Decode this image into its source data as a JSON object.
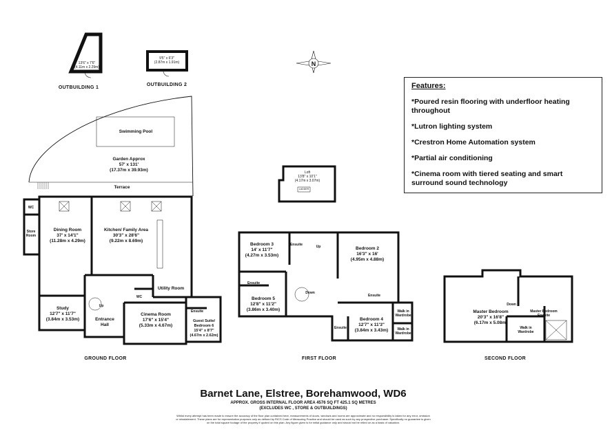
{
  "outbuildings": [
    {
      "label": "OUTBUILDING 1",
      "dims_imperial": "13'6\" x 7'6\"",
      "dims_metric": "(4.11m x 2.29m)"
    },
    {
      "label": "OUTBUILDING 2",
      "dims_imperial": "9'5\" x 6'3\"",
      "dims_metric": "(2.87m x 1.91m)"
    }
  ],
  "compass": {
    "north_label": "N"
  },
  "garden": {
    "pool": "Swimming Pool",
    "name": "Garden Approx",
    "dims_imperial": "57' x 131'",
    "dims_metric": "(17.37m x 39.93m)",
    "terrace": "Terrace"
  },
  "features": {
    "title": "Features:",
    "items": [
      "*Poured resin flooring with underfloor heating throughout",
      "*Lutron lighting system",
      "*Crestron Home Automation system",
      "*Partial air conditioning",
      "*Cinema room with tiered seating and smart surround sound technology"
    ]
  },
  "ground_floor": {
    "label": "GROUND FLOOR",
    "rooms": {
      "wc": {
        "name": "WC"
      },
      "store": {
        "name": "Store Room"
      },
      "dining": {
        "name": "Dining Room",
        "dims_imperial": "37' x 14'1\"",
        "dims_metric": "(11.28m x 4.29m)"
      },
      "kitchen": {
        "name": "Kitchen/ Family Area",
        "dims_imperial": "30'3\" x 28'6\"",
        "dims_metric": "(9.22m x 8.69m)"
      },
      "utility": {
        "name": "Utility Room"
      },
      "wc2": {
        "name": "WC"
      },
      "up": {
        "name": "Up"
      },
      "study": {
        "name": "Study",
        "dims_imperial": "12'7\" x 11'7\"",
        "dims_metric": "(3.84m x 3.53m)"
      },
      "hall": {
        "name": "Entrance Hall"
      },
      "cinema": {
        "name": "Cinema Room",
        "dims_imperial": "17'6\" x 15'4\"",
        "dims_metric": "(5.33m x 4.67m)"
      },
      "ensuite": {
        "name": "Ensuite"
      },
      "guest": {
        "name": "Guest Suite/ Bedroom 6",
        "dims_imperial": "15'4\" x 8'7\"",
        "dims_metric": "(4.67m x 2.62m)"
      }
    }
  },
  "loft": {
    "name": "Loft",
    "dims_imperial": "13'8\" x 10'1\"",
    "dims_metric": "(4.17m x 3.07m)",
    "ladder": "LADDER"
  },
  "first_floor": {
    "label": "FIRST FLOOR",
    "rooms": {
      "bed3": {
        "name": "Bedroom 3",
        "dims_imperial": "14' x 11'7\"",
        "dims_metric": "(4.27m x 3.53m)"
      },
      "ens3": {
        "name": "Ensuite"
      },
      "up": {
        "name": "Up"
      },
      "bed2": {
        "name": "Bedroom 2",
        "dims_imperial": "16'3\" x 16'",
        "dims_metric": "(4.95m x 4.88m)"
      },
      "ens5": {
        "name": "Ensuite"
      },
      "down": {
        "name": "Down"
      },
      "ens2": {
        "name": "Ensuite"
      },
      "bed5": {
        "name": "Bedroom 5",
        "dims_imperial": "12'8\" x 11'2\"",
        "dims_metric": "(3.86m x 3.40m)"
      },
      "bed4": {
        "name": "Bedroom 4",
        "dims_imperial": "12'7\" x 11'3\"",
        "dims_metric": "(3.84m x 3.43m)"
      },
      "ens4": {
        "name": "Ensuite"
      },
      "wiw1": {
        "name": "Walk in Wardrobe"
      },
      "wiw2": {
        "name": "Walk in Wardrobe"
      }
    }
  },
  "second_floor": {
    "label": "SECOND FLOOR",
    "rooms": {
      "master": {
        "name": "Master Bedroom",
        "dims_imperial": "20'3\" x 16'8\"",
        "dims_metric": "(6.17m x 5.08m)"
      },
      "down": {
        "name": "Down"
      },
      "ensuite": {
        "name": "Master Bedroom Ensuite"
      },
      "wiw": {
        "name": "Walk in Wardrobe"
      }
    }
  },
  "footer": {
    "title": "Barnet Lane, Elstree, Borehamwood, WD6",
    "area": "APPROX. GROSS INTERNAL FLOOR AREA 4576 SQ FT 425.1 SQ METRES",
    "excludes": "(EXCLUDES WC , STORE & OUTBUILDINGS)",
    "disclaimer": "Whilst every attempt has been made to ensure the accuracy of the floor plan contained here, measurements of doors, windows and rooms are approximate and no responsibility is taken for any error, omission or misstatement. These plans are for representation purposes only as defined by RICS Code of Measuring Practice and should be used as such by any prospective purchaser. Specifically no guarantee is given on the total square footage of the property if quoted on this plan. Any figure given is for initial guidance only and should not be relied on as a basis of valuation."
  }
}
